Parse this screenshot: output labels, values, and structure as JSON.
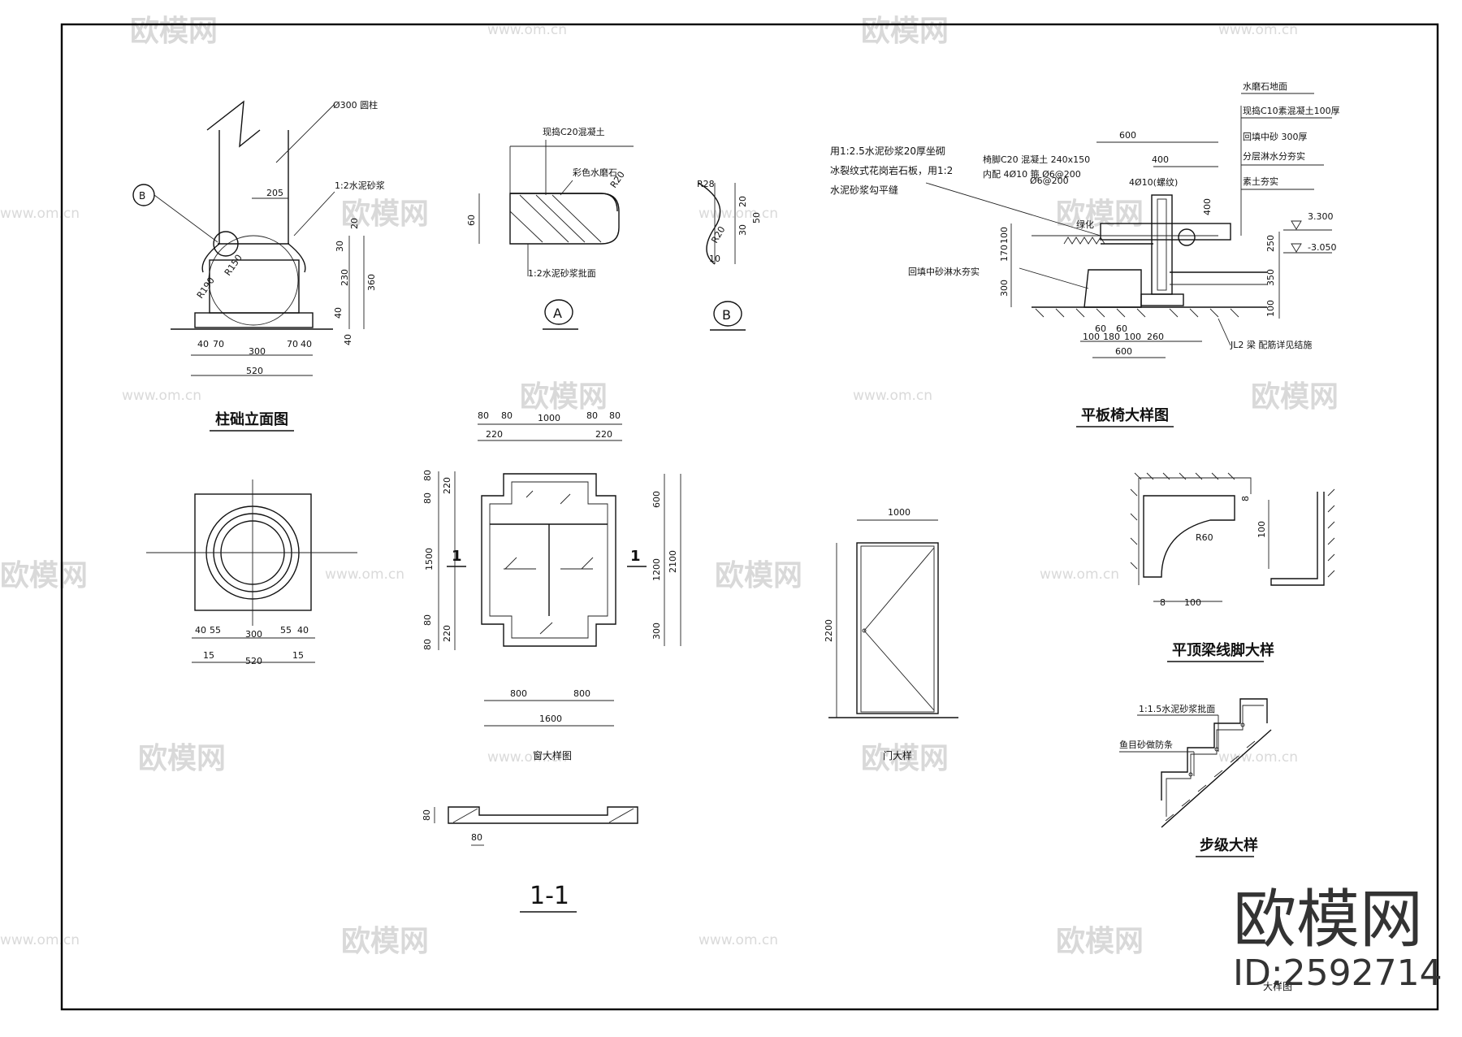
{
  "watermark": {
    "text": "欧模网",
    "url": "www.om.cn"
  },
  "brand": {
    "name": "欧模网",
    "id": "ID:2592714"
  },
  "sheet_title": "大样图",
  "column_base": {
    "title": "柱础立面图",
    "label_col": "Ø300 圆柱",
    "label_mortar": "1:2水泥砂浆",
    "marker": "B",
    "dims": [
      "205",
      "R150",
      "R190",
      "20",
      "30",
      "230",
      "40",
      "360",
      "40",
      "40",
      "70",
      "300",
      "70",
      "40",
      "520"
    ]
  },
  "column_plan": {
    "dims": [
      "40",
      "55",
      "300",
      "55",
      "40",
      "15",
      "15",
      "520"
    ]
  },
  "detail_a": {
    "marker": "A",
    "label_top": "现捣C20混凝土",
    "label_stone": "彩色水磨石",
    "label_bottom": "1:2水泥砂浆批面",
    "dims": [
      "60",
      "R20"
    ]
  },
  "detail_b": {
    "marker": "B",
    "dims": [
      "R28",
      "20",
      "30",
      "50",
      "R20",
      "10"
    ]
  },
  "bench": {
    "title": "平板椅大样图",
    "note1": "用1:2.5水泥砂浆20厚坐砌",
    "note2": "冰裂纹式花岗岩石板，用1:2",
    "note3": "水泥砂浆勾平缝",
    "label_leg1": "椅脚C20 混凝土 240x150",
    "label_leg2": "内配 4Ø10 箍 Ø6@200",
    "label_rebar1": "Ø6@200",
    "label_rebar2": "4Ø10(螺纹)",
    "label_green": "绿化",
    "label_sand": "回填中砂淋水夯实",
    "label_beam": "JL2 梁  配筋详见结施",
    "layers": [
      "水磨石地面",
      "现捣C10素混凝土100厚",
      "回填中砂 300厚",
      "分层淋水分夯实",
      "素土夯实"
    ],
    "levels": [
      "3.300",
      "-3.050"
    ],
    "dims_top": [
      "600",
      "400",
      "400"
    ],
    "dims_side": [
      "100",
      "170",
      "300",
      "250",
      "350",
      "100"
    ],
    "dims_bottom": [
      "100",
      "60",
      "180",
      "60",
      "100",
      "260",
      "600"
    ]
  },
  "window": {
    "title": "窗大样图",
    "dims_top": [
      "80",
      "80",
      "1000",
      "80",
      "80",
      "220",
      "220"
    ],
    "dims_left": [
      "80",
      "220",
      "80",
      "1500",
      "80",
      "220",
      "80"
    ],
    "dims_right": [
      "600",
      "1200",
      "300",
      "2100"
    ],
    "dims_bottom": [
      "800",
      "800",
      "1600"
    ],
    "section_mark": "1"
  },
  "door": {
    "title": "门大样",
    "dims": [
      "1000",
      "2200"
    ]
  },
  "beam_foot": {
    "title": "平顶梁线脚大样",
    "dims": [
      "R60",
      "8",
      "100",
      "8",
      "100"
    ]
  },
  "steps": {
    "title": "步级大样",
    "label_mortar": "1:1.5水泥砂浆批面",
    "label_strip": "鱼目砂做防条"
  },
  "section_11": {
    "title": "1-1",
    "dims": [
      "80",
      "80"
    ]
  }
}
